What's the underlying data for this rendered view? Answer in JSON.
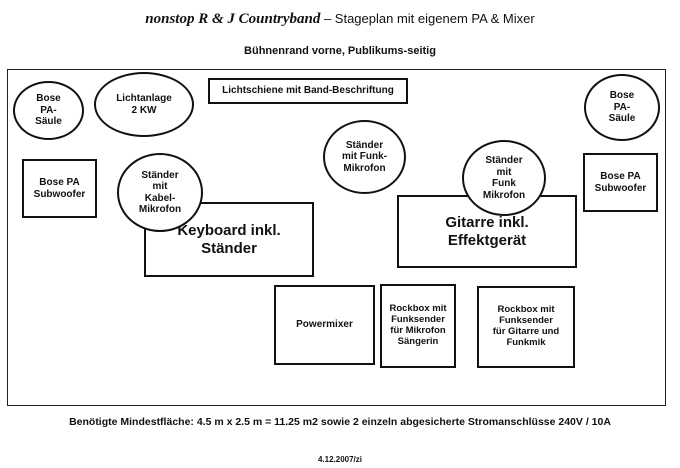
{
  "header": {
    "band_name": "nonstop  R & J Countryband",
    "title_rest": " – Stageplan mit eigenem PA & Mixer",
    "subtitle": "Bühnenrand vorne, Publikums-seitig"
  },
  "stage_items": {
    "bose_pa_left": "Bose\nPA-\nSäule",
    "lichtanlage": "Lichtanlage\n2 KW",
    "lichtschiene": "Lichtschiene mit Band-Beschriftung",
    "bose_pa_right": "Bose\nPA-\nSäule",
    "staender_funk_mikrofon_center": "Ständer\nmit Funk-\nMikrofon",
    "bose_subwoofer_left": "Bose PA\nSubwoofer",
    "staender_kabel_mikrofon": "Ständer\nmit\nKabel-\nMikrofon",
    "keyboard": "Keyboard inkl.\nStänder",
    "staender_funk_mikrofon_right": "Ständer\nmit\nFunk\nMikrofon",
    "gitarre": "Gitarre inkl.\nEffektgerät",
    "bose_subwoofer_right": "Bose PA\nSubwoofer",
    "powermixer": "Powermixer",
    "rockbox_mikrofon": "Rockbox mit\nFunksender\nfür Mikrofon\nSängerin",
    "rockbox_gitarre": "Rockbox mit\nFunksender\nfür Gitarre und\nFunkmik"
  },
  "footer": {
    "requirements": "Benötigte Mindestfläche: 4.5 m x 2.5 m = 11.25 m2  sowie 2 einzeln abgesicherte Stromanschlüsse 240V / 10A",
    "date": "4.12.2007/zi"
  }
}
